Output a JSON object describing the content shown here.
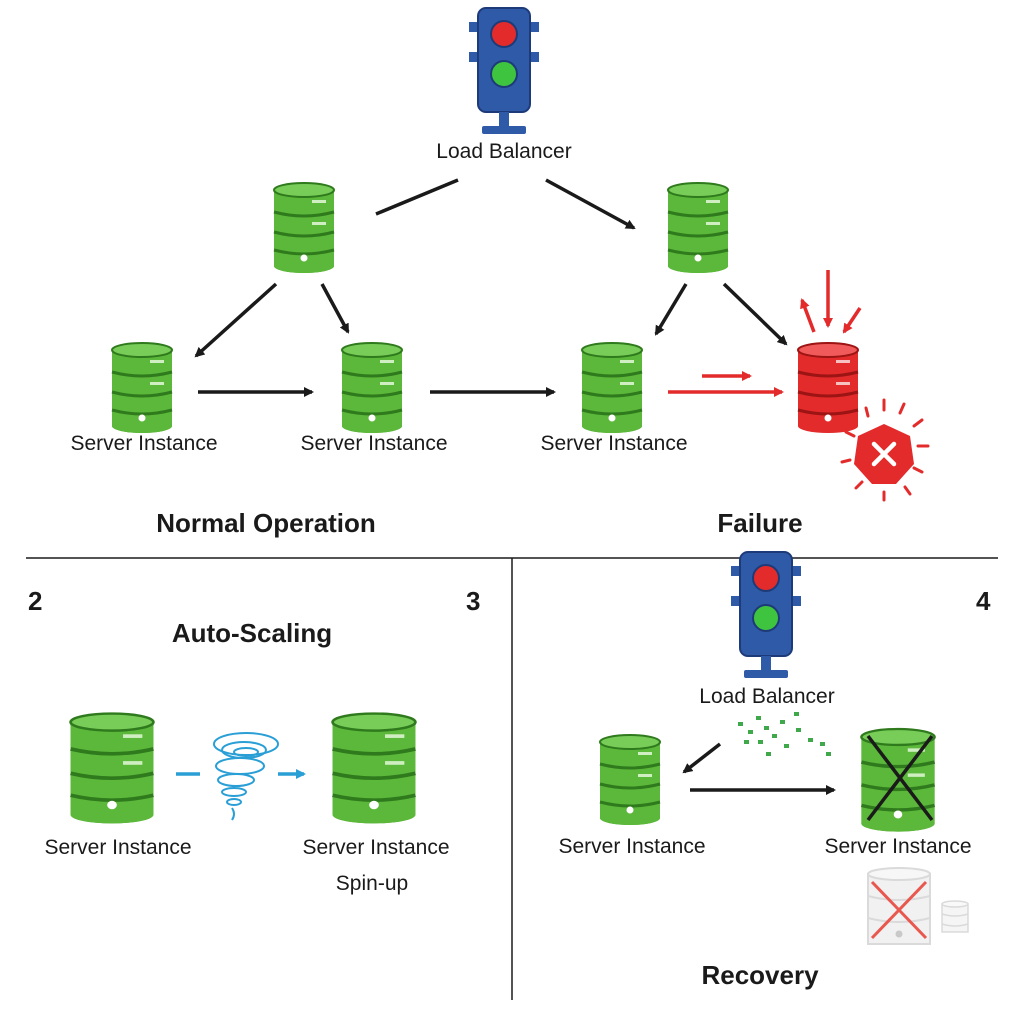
{
  "top": {
    "load_balancer_label": "Load Balancer",
    "server_label_1": "Server Instance",
    "server_label_2": "Server Instance",
    "server_label_3": "Server Instance",
    "normal_title": "Normal Operation",
    "failure_title": "Failure"
  },
  "panel_autoscale": {
    "number_left": "2",
    "number_right": "3",
    "title": "Auto-Scaling",
    "source_label": "Server Instance",
    "target_label": "Server Instance",
    "target_sublabel": "Spin-up"
  },
  "panel_recovery": {
    "number": "4",
    "load_balancer_label": "Load Balancer",
    "server_label_left": "Server Instance",
    "server_label_right": "Server Instance",
    "title": "Recovery"
  },
  "colors": {
    "server_green": "#5cb83a",
    "failure_red": "#e32b2b",
    "traffic_light_blue": "#2f5aa8",
    "scaling_blue": "#2a9fd6"
  },
  "icons": [
    "traffic-light-icon",
    "database-server-icon",
    "failed-server-icon",
    "error-shield-icon",
    "tornado-icon",
    "crossed-server-icon"
  ]
}
